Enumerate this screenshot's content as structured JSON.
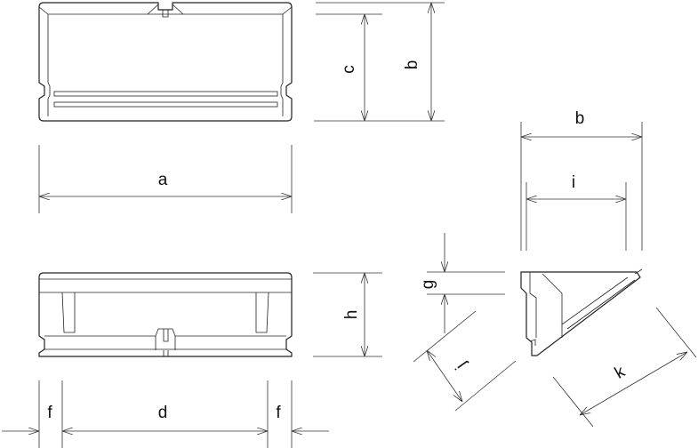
{
  "labels": {
    "a": "a",
    "b_side": "b",
    "c": "c",
    "b_end": "b",
    "i": "i",
    "g": "g",
    "h": "h",
    "j": "j",
    "k": "k",
    "f_left": "f",
    "d": "d",
    "f_right": "f"
  }
}
